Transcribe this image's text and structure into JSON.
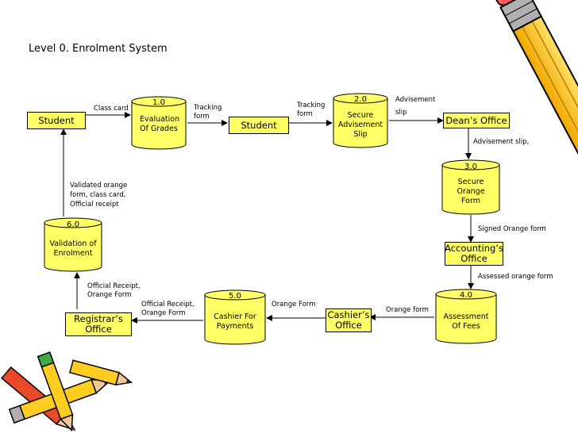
{
  "title": "Level 0. Enrolment System",
  "entities": {
    "student_left": "Student",
    "student_center": "Student",
    "deans_office": "Dean’s Office",
    "accountings_office": "Accounting’s Office",
    "cashiers_office": "Cashier’s Office",
    "registrars_office": "Registrar’s Office"
  },
  "processes": {
    "p1": {
      "number": "1.0",
      "name": "Evaluation Of Grades"
    },
    "p2": {
      "number": "2.0",
      "name": "Secure Advisement Slip"
    },
    "p3": {
      "number": "3.0",
      "name": "Secure Orange Form"
    },
    "p4": {
      "number": "4.0",
      "name": "Assessment Of Fees"
    },
    "p5": {
      "number": "5.0",
      "name": "Cashier For Payments"
    },
    "p6": {
      "number": "6.0",
      "name": "Validation of Enrolment"
    }
  },
  "flows": {
    "class_card": "Class card",
    "tracking_form_1": "Tracking form",
    "tracking_form_2": "Tracking form",
    "advisement_slip_1": "Advisement slip",
    "advisement_slip_2": "Advisement slip,",
    "signed_orange_form": "Signed Orange form",
    "assessed_orange_form": "Assessed orange form",
    "orange_form_1": "Orange form",
    "orange_form_2": "Orange Form",
    "official_receipt_1": "Official Receipt, Orange Form",
    "official_receipt_2": "Official Receipt, Orange Form",
    "validated": "Validated orange form, class card, Official receipt"
  },
  "colors": {
    "fill": "#ffff66",
    "stroke": "#000000"
  }
}
